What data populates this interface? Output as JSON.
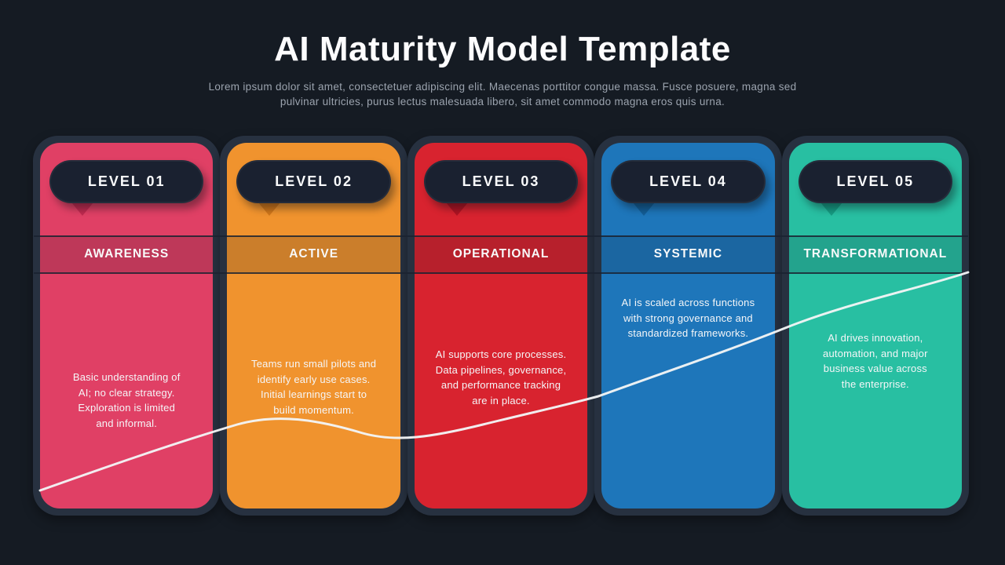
{
  "slide": {
    "title": "AI Maturity Model Template",
    "subtitle": "Lorem ipsum dolor sit amet, consectetuer adipiscing elit. Maecenas porttitor congue massa. Fusce posuere, magna sed\npulvinar ultricies, purus lectus malesuada libero, sit amet commodo magna eros quis urna.",
    "colors": {
      "background": "#151b23",
      "card_frame": "#273140",
      "pill": "#1a2130",
      "band_line": "#1a2230",
      "curve": "#f3f5f6",
      "title_text": "#fdfdfe",
      "subtitle_text": "#9ba3ae",
      "body_text": "#f5f6f8"
    }
  },
  "columns": [
    {
      "level": "LEVEL 01",
      "stage": "AWARENESS",
      "description": "Basic understanding of\nAI; no clear strategy.\nExploration is limited\nand informal.",
      "color": "#e04065",
      "color_dark": "#c12a50"
    },
    {
      "level": "LEVEL 02",
      "stage": "ACTIVE",
      "description": "Teams run small pilots and\nidentify early use cases.\nInitial learnings start to\nbuild momentum.",
      "color": "#f0932e",
      "color_dark": "#d0761a"
    },
    {
      "level": "LEVEL 03",
      "stage": "OPERATIONAL",
      "description": "AI supports core processes.\nData pipelines, governance,\nand performance tracking\nare in place.",
      "color": "#d8232f",
      "color_dark": "#b01323"
    },
    {
      "level": "LEVEL 04",
      "stage": "SYSTEMIC",
      "description": "AI is scaled across functions\nwith strong governance and\nstandardized frameworks.",
      "color": "#1e76ba",
      "color_dark": "#135e97"
    },
    {
      "level": "LEVEL 05",
      "stage": "TRANSFORMATIONAL",
      "description": "AI drives innovation,\nautomation, and major\nbusiness value across\nthe enterprise.",
      "color": "#28bfa2",
      "color_dark": "#169c83"
    }
  ]
}
